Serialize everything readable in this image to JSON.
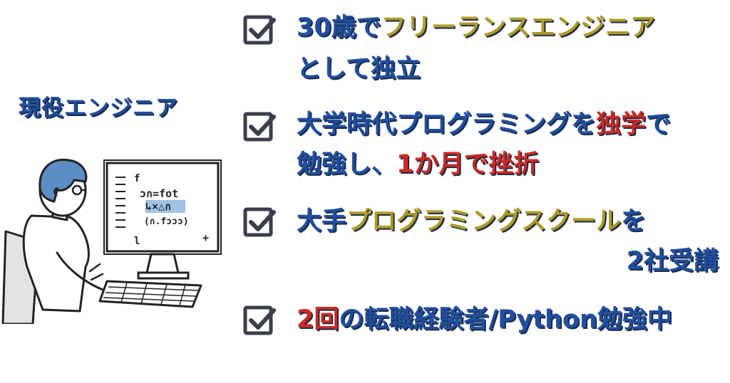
{
  "title": "現役エンジニア",
  "items": [
    {
      "line1": {
        "prefix": "30歳で",
        "highlight": "フリーランスエンジニア"
      },
      "line2": {
        "text": "として独立"
      }
    },
    {
      "line1": {
        "prefix": "大学時代プログラミングを",
        "highlight": "独学",
        "suffix": "で"
      },
      "line2": {
        "prefix": "勉強し、",
        "highlight": "1か月で挫折"
      }
    },
    {
      "line1": {
        "prefix": "大手",
        "highlight": "プログラミングスクール",
        "suffix": "を"
      },
      "line2": {
        "text": "2社受講"
      }
    },
    {
      "line1": {
        "highlight": "2回",
        "suffix": "の転職経験者/Python勉強中"
      }
    }
  ],
  "colors": {
    "blue": "#1f4fa0",
    "gold": "#b09a27",
    "red": "#cc2a22",
    "check": "#3b3f4a"
  },
  "illustration": {
    "icon": "engineer-at-computer-illustration",
    "screen_code": {
      "row1": "f",
      "row2": "ɔ∩=fot",
      "row3": "↳×△∩",
      "row4": "(∩.fɔɔɔ)",
      "row5": "l",
      "row6": "+"
    }
  }
}
